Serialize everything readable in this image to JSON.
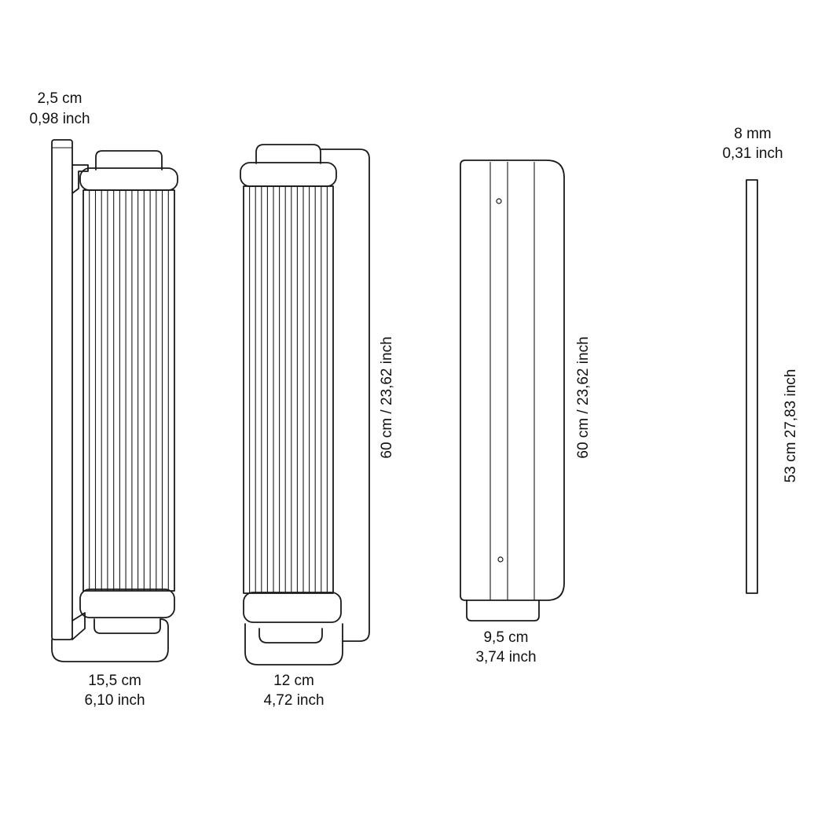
{
  "view_side": {
    "depth_cm": "2,5 cm",
    "depth_inch": "0,98 inch",
    "width_cm": "15,5 cm",
    "width_inch": "6,10 inch"
  },
  "view_front": {
    "width_cm": "12 cm",
    "width_inch": "4,72 inch",
    "height": "60 cm / 23,62 inch"
  },
  "view_back": {
    "width_cm": "9,5 cm",
    "width_inch": "3,74 inch",
    "height": "60 cm / 23,62 inch"
  },
  "view_tube": {
    "width_mm": "8 mm",
    "width_inch": "0,31 inch",
    "height": "53 cm 27,83 inch"
  }
}
